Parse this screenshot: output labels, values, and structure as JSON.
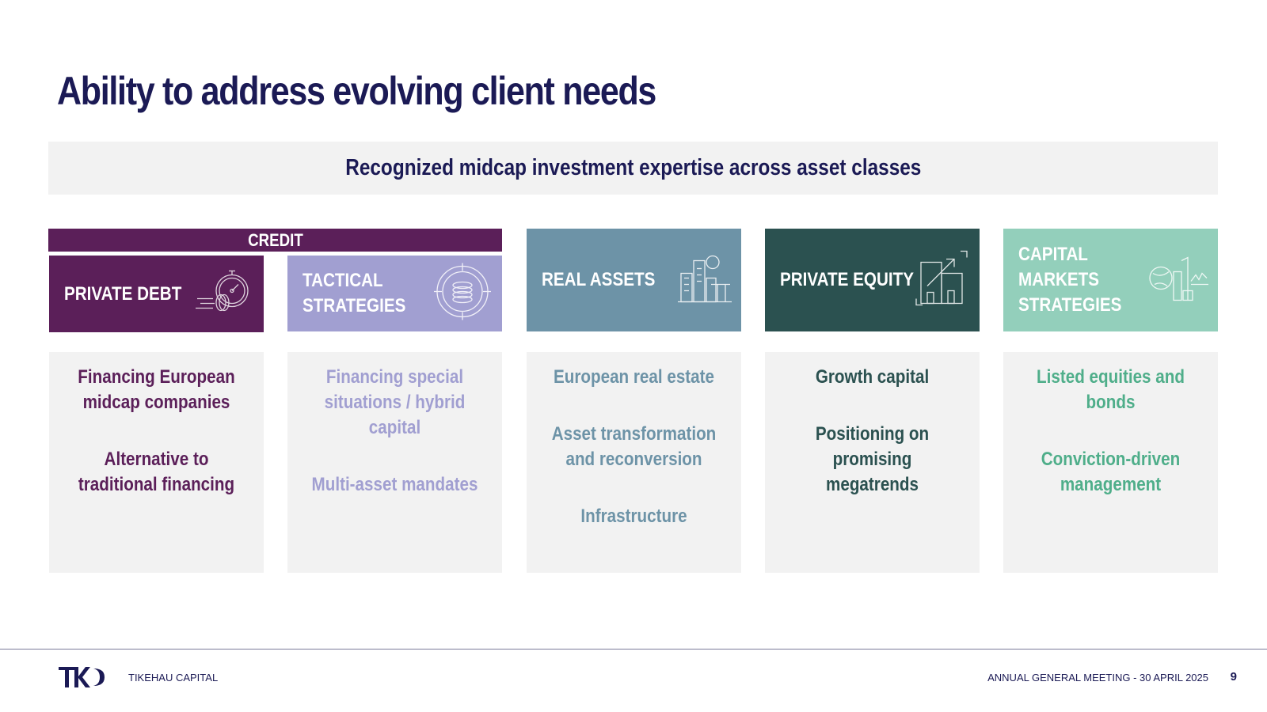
{
  "title": "Ability to address evolving client needs",
  "banner": "Recognized midcap investment expertise across asset classes",
  "credit_label": "CREDIT",
  "categories": [
    {
      "label": "PRIVATE DEBT",
      "icon": "stopwatch-coins-icon",
      "color": "#5b1f59",
      "text_color": "#5b1f59",
      "lines": [
        "Financing European midcap companies",
        "Alternative to traditional financing"
      ]
    },
    {
      "label": "TACTICAL\nSTRATEGIES",
      "icon": "target-coins-icon",
      "color": "#a19fd1",
      "text_color": "#a19fd1",
      "lines": [
        "Financing special situations / hybrid capital",
        "Multi-asset mandates"
      ]
    },
    {
      "label": "REAL ASSETS",
      "icon": "city-buildings-icon",
      "color": "#6d93a7",
      "text_color": "#6d93a7",
      "lines": [
        "European real estate",
        "Asset transformation and reconversion",
        "Infrastructure"
      ]
    },
    {
      "label": "PRIVATE EQUITY",
      "icon": "building-growth-icon",
      "color": "#2b5150",
      "text_color": "#2b5150",
      "lines": [
        "Growth capital",
        "Positioning on promising megatrends"
      ]
    },
    {
      "label": "CAPITAL\nMARKETS\nSTRATEGIES",
      "icon": "globe-markets-icon",
      "color": "#93cfbb",
      "text_color": "#4fae8a",
      "lines": [
        "Listed equities and bonds",
        "Conviction-driven management"
      ]
    }
  ],
  "footer": {
    "company": "TIKEHAU CAPITAL",
    "meeting": "ANNUAL GENERAL MEETING - 30 APRIL 2025",
    "page": "9"
  }
}
